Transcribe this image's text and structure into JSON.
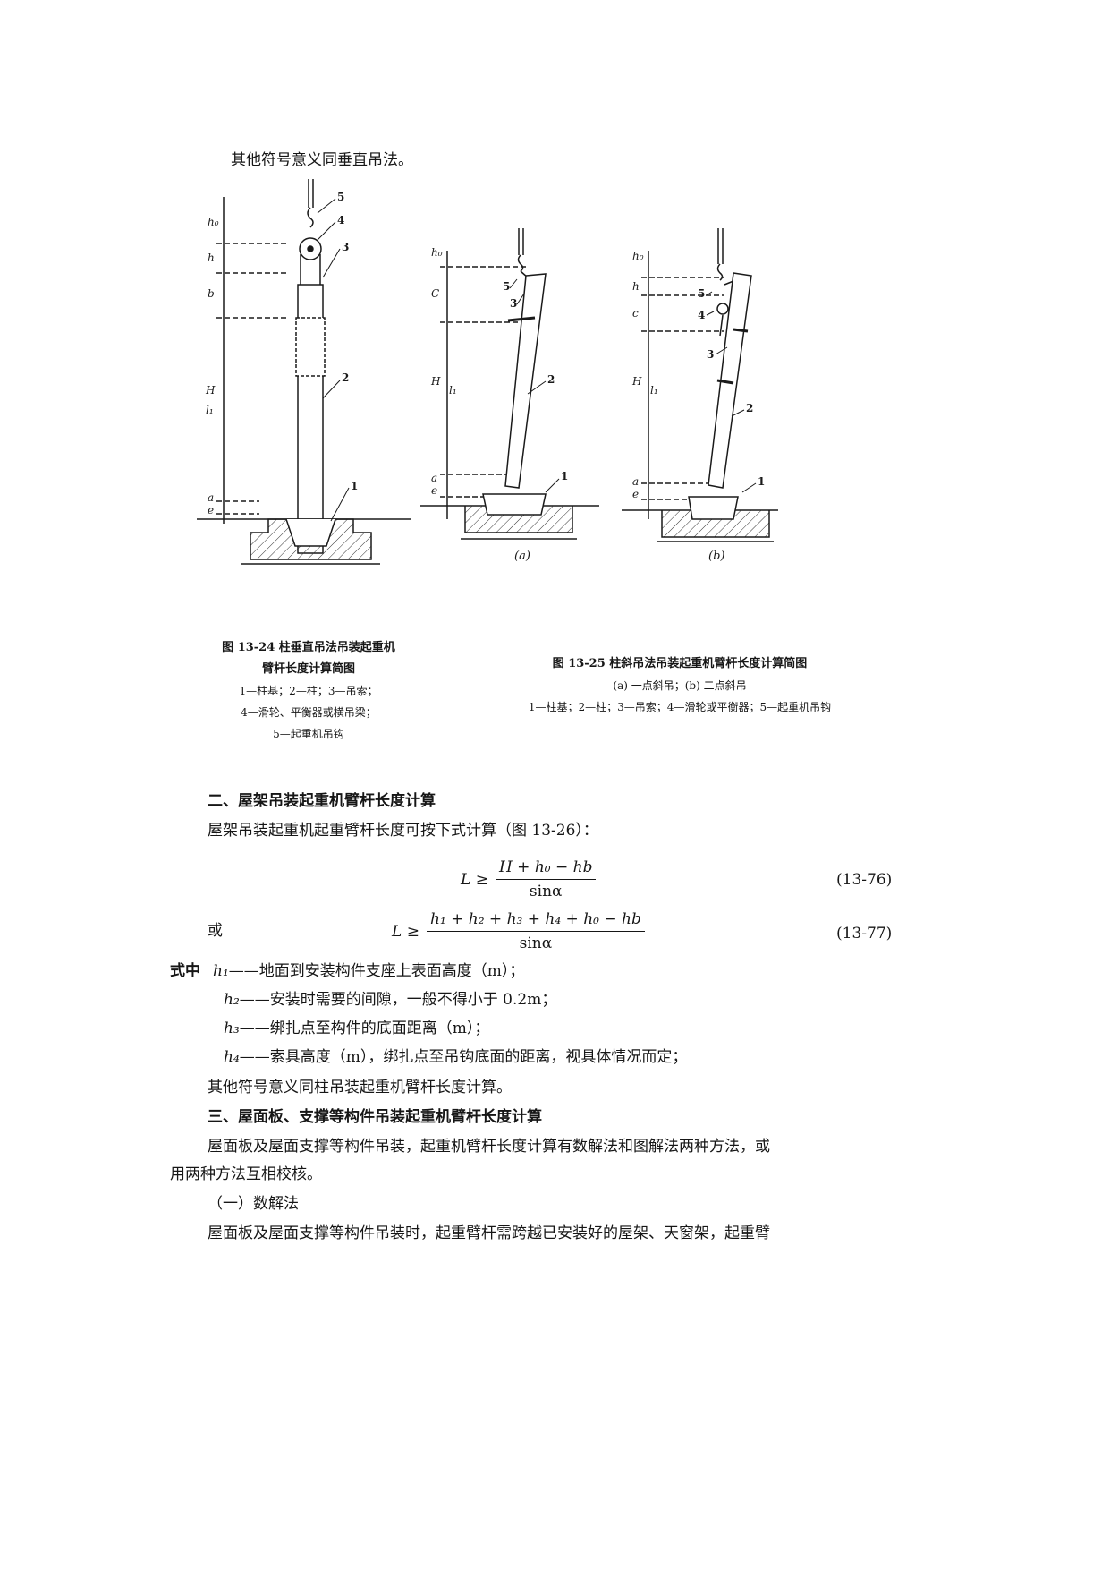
{
  "top_note": "其他符号意义同垂直吊法。",
  "fig24": {
    "caption_title_1": "图 13-24   柱垂直吊法吊装起重机",
    "caption_title_2": "臂杆长度计算简图",
    "legend_1": "1—柱基；2—柱；3—吊索；",
    "legend_2": "4—滑轮、平衡器或横吊梁；",
    "legend_3": "5—起重机吊钩",
    "dim_labels": [
      "h₀",
      "h",
      "b",
      "H",
      "l₁",
      "e",
      "a"
    ],
    "part_numbers": [
      "5",
      "4",
      "3",
      "2",
      "1"
    ]
  },
  "fig25": {
    "caption_title": "图 13-25   柱斜吊法吊装起重机臂杆长度计算简图",
    "caption_sub": "(a) 一点斜吊；(b) 二点斜吊",
    "legend": "1—柱基；2—柱；3—吊索；4—滑轮或平衡器；5—起重机吊钩",
    "label_a": "(a)",
    "label_b": "(b)",
    "dim_labels_a": [
      "h₀",
      "C",
      "H",
      "l₁",
      "e",
      "a"
    ],
    "dim_labels_b": [
      "h₀",
      "h",
      "c",
      "H",
      "l₁",
      "e",
      "a"
    ],
    "part_numbers_a": [
      "5",
      "3",
      "2",
      "1"
    ],
    "part_numbers_b": [
      "5",
      "4",
      "3",
      "2",
      "1"
    ]
  },
  "section2": {
    "heading": "二、屋架吊装起重机臂杆长度计算",
    "intro": "屋架吊装起重机起重臂杆长度可按下式计算（图 13-26）：",
    "eq76": {
      "lhs": "L ≥",
      "numerator": "H + h₀ − hb",
      "denominator": "sinα",
      "number": "(13-76)"
    },
    "or_word": "或",
    "eq77": {
      "lhs": "L ≥",
      "numerator": "h₁ + h₂ + h₃ + h₄ + h₀ − hb",
      "denominator": "sinα",
      "number": "(13-77)"
    },
    "where_label": "式中",
    "defs": [
      {
        "sym": "h₁",
        "text": "——地面到安装构件支座上表面高度（m）；"
      },
      {
        "sym": "h₂",
        "text": "——安装时需要的间隙，一般不得小于 0.2m；"
      },
      {
        "sym": "h₃",
        "text": "——绑扎点至构件的底面距离（m）；"
      },
      {
        "sym": "h₄",
        "text": "——索具高度（m），绑扎点至吊钩底面的距离，视具体情况而定；"
      }
    ],
    "closing": "其他符号意义同柱吊装起重机臂杆长度计算。"
  },
  "section3": {
    "heading": "三、屋面板、支撑等构件吊装起重机臂杆长度计算",
    "para1_line1": "屋面板及屋面支撑等构件吊装，起重机臂杆长度计算有数解法和图解法两种方法，或",
    "para1_line2": "用两种方法互相校核。",
    "sub_heading": "（一）数解法",
    "para2": "屋面板及屋面支撑等构件吊装时，起重臂杆需跨越已安装好的屋架、天窗架，起重臂"
  }
}
